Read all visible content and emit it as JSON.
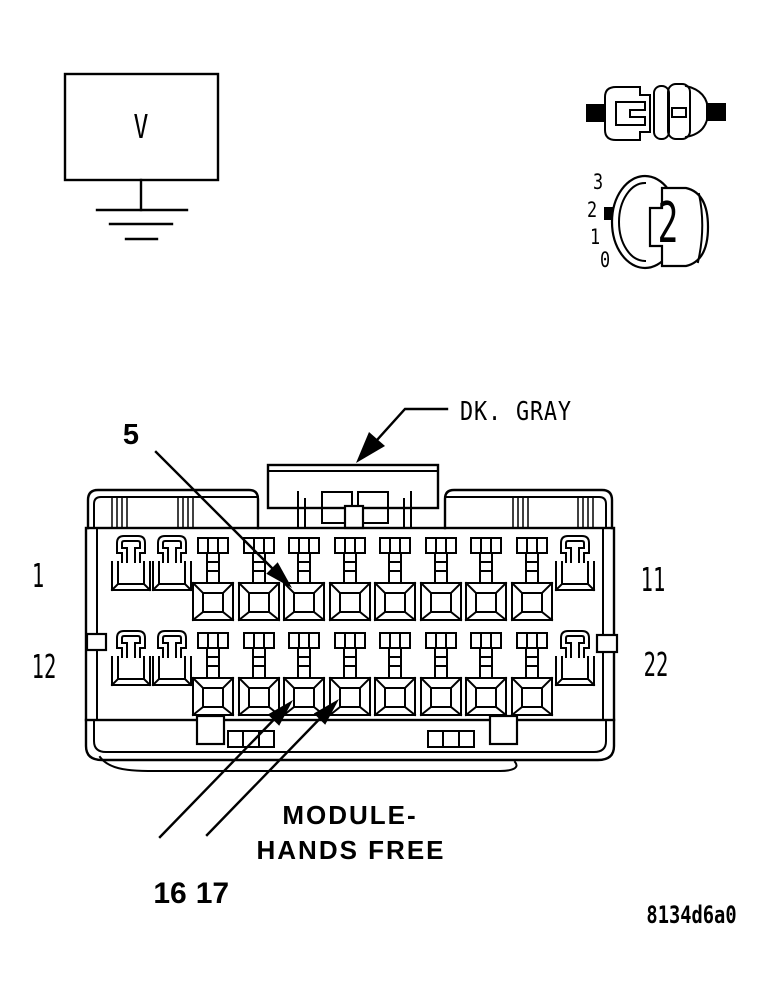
{
  "colors": {
    "background": "#ffffff",
    "line": "#000000"
  },
  "voltmeter": {
    "label": "V"
  },
  "meter_scale": {
    "ticks": [
      "3",
      "2",
      "1",
      "0"
    ],
    "dial_value": "2"
  },
  "connector": {
    "wire_color_label": "DK. GRAY",
    "module_name_line1": "MODULE-",
    "module_name_line2": "HANDS FREE",
    "pin_labels": {
      "row1_left": "1",
      "row1_right": "11",
      "row2_left": "12",
      "row2_right": "22"
    },
    "callouts": {
      "pin5": "5",
      "pin16": "16",
      "pin17": "17"
    }
  },
  "figure_code": "8134d6a0"
}
